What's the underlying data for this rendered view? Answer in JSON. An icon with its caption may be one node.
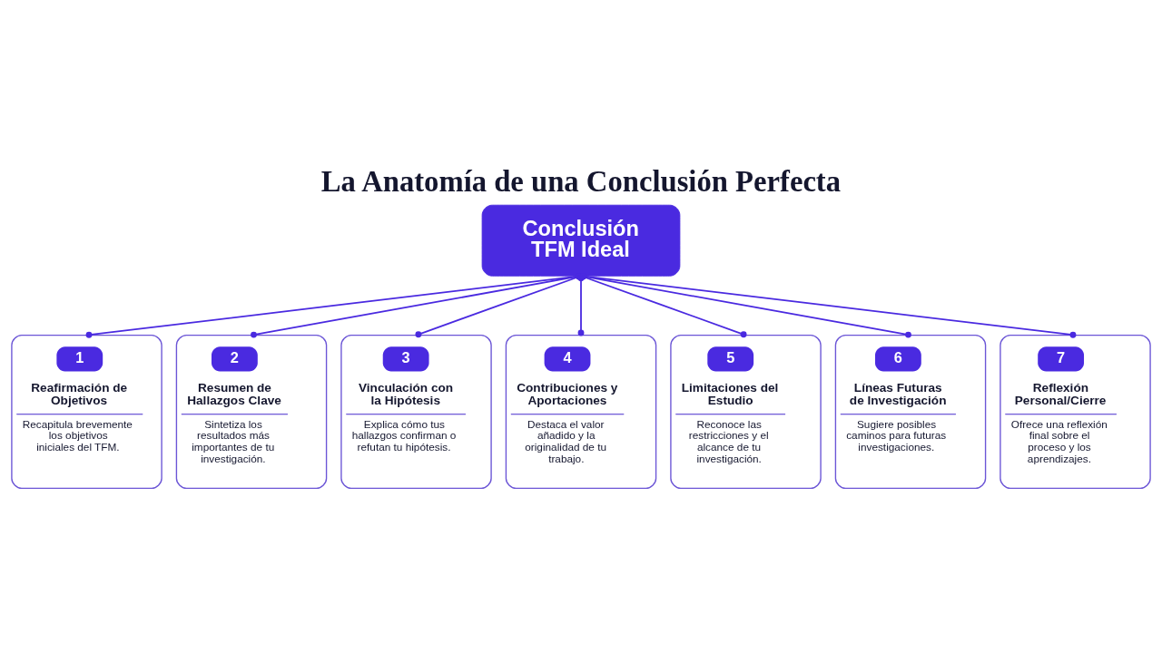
{
  "diagram": {
    "title": "La Anatomía de una Conclusión Perfecta",
    "nodes": [
      {
        "text": [
          "Conclusión TFM Ideal"
        ]
      },
      {
        "text": [
          "1",
          "Reafirmación de Objetivos",
          "Recapitula brevemente los objetivos iniciales del TFM."
        ]
      },
      {
        "text": [
          "2",
          "Resumen de Hallazgos Clave",
          "Sintetiza los resultados más importantes de tu investigación."
        ]
      },
      {
        "text": [
          "3",
          "Vinculación con la Hipótesis",
          "Explica cómo tus hallazgos confirman o refutan tu hipótesis."
        ]
      },
      {
        "text": [
          "4",
          "Contribuciones y Aportaciones",
          "Destaca el valor añadido y la originalidad de tu trabajo."
        ]
      },
      {
        "text": [
          "5",
          "Limitaciones del Estudio",
          "Reconoce las restricciones y el alcance de tu investigación."
        ]
      },
      {
        "text": [
          "6",
          "Líneas Futuras de Investigación",
          "Sugiere posibles caminos para futuras investigaciones."
        ]
      },
      {
        "text": [
          "7",
          "Reflexión Personal/Cierre",
          "Ofrece una reflexión final sobre el proceso y los aprendizajes."
        ]
      }
    ],
    "edges": [
      {
        "from": 0,
        "to": 1,
        "arrow": "other"
      },
      {
        "from": 0,
        "to": 2,
        "arrow": "other"
      },
      {
        "from": 0,
        "to": 3,
        "arrow": "other"
      },
      {
        "from": 0,
        "to": 4,
        "arrow": "other"
      },
      {
        "from": 0,
        "to": 5,
        "arrow": "other"
      },
      {
        "from": 0,
        "to": 6,
        "arrow": "other"
      },
      {
        "from": 0,
        "to": 7,
        "arrow": "other"
      }
    ]
  }
}
